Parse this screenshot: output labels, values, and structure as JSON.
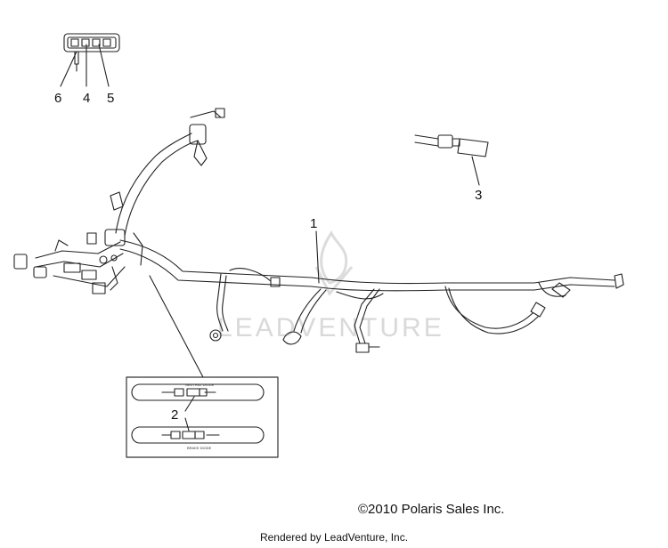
{
  "callouts": {
    "c1": "1",
    "c2": "2",
    "c3": "3",
    "c4": "4",
    "c5": "5",
    "c6": "6"
  },
  "watermark": {
    "text": "LEADVENTURE"
  },
  "inset": {
    "label_top": "NEUTRAL DIODE",
    "label_bottom": "BRAKE DIODE"
  },
  "footer": {
    "copyright": "©2010 Polaris Sales Inc.",
    "rendered_by": "Rendered by LeadVenture, Inc."
  },
  "colors": {
    "line": "#222222",
    "watermark": "#d9d9d9",
    "inset_border": "#333333"
  }
}
